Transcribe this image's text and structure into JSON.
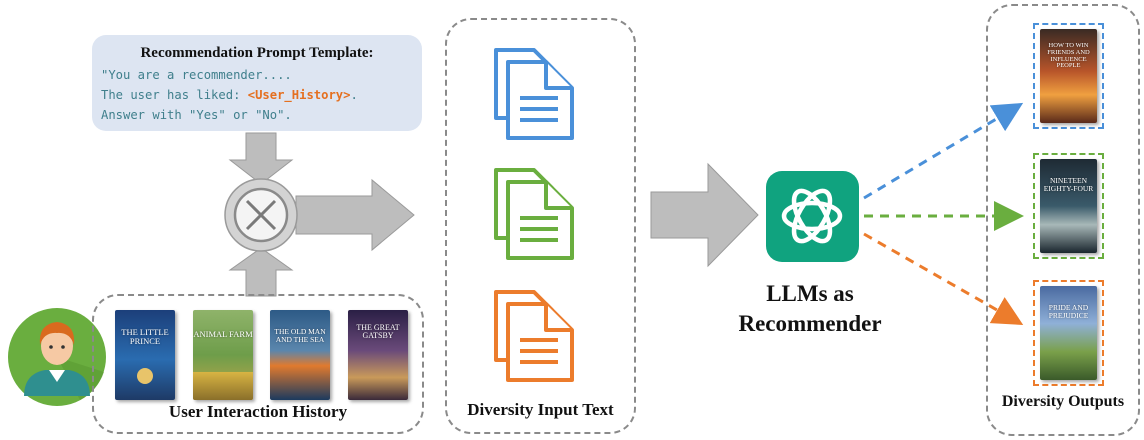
{
  "prompt": {
    "title": "Recommendation Prompt Template:",
    "line1": "\"You are a recommender....",
    "line2_prefix": "The user has liked: ",
    "line2_placeholder": "<User_History>",
    "line2_suffix": ".",
    "line3": "Answer with \"Yes\" or \"No\"."
  },
  "history": {
    "caption": "User Interaction History",
    "books": [
      "THE LITTLE PRINCE",
      "ANIMAL FARM",
      "THE OLD MAN AND THE SEA",
      "THE GREAT GATSBY"
    ]
  },
  "input_text": {
    "caption": "Diversity Input Text",
    "doc_colors": [
      "#4a90d9",
      "#6aae3f",
      "#ec7c2c"
    ]
  },
  "llm": {
    "label_line1": "LLMs as",
    "label_line2": "Recommender",
    "icon": "openai-logo-icon",
    "color": "#10a37f"
  },
  "outputs": {
    "caption": "Diversity Outputs",
    "books": [
      "HOW TO WIN FRIENDS AND INFLUENCE PEOPLE",
      "NINETEEN EIGHTY-FOUR",
      "PRIDE AND PREJUDICE"
    ],
    "frame_colors": [
      "#4a90d9",
      "#6aae3f",
      "#ec7c2c"
    ]
  },
  "icons": [
    "user-avatar-icon",
    "multiply-operator-icon",
    "document-icon"
  ]
}
